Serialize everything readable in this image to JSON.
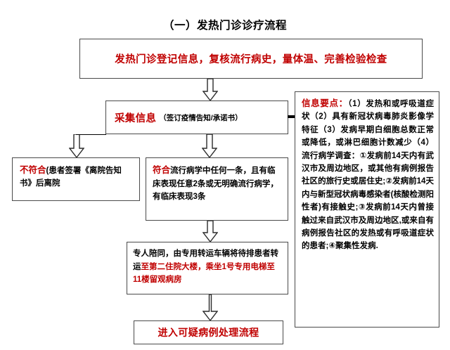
{
  "title": "（一）发热门诊诊疗流程",
  "colors": {
    "accent_red": "#c00000",
    "text_black": "#000000",
    "border_gray": "#4a4a4a",
    "background": "#ffffff"
  },
  "flow": {
    "register_box": {
      "text": "发热门诊登记信息，复核流行病史，量体温、完善检验检查"
    },
    "collect_box": {
      "heading": "采集信息",
      "subtitle": "（签订疫情告知/承诺书）"
    },
    "nomatch_box": {
      "keyword": "不符合",
      "text": "(患者签署《离院告知书》后离院"
    },
    "match_box": {
      "keyword": "符合",
      "text": "流行病学中任何一条，且有临床表现任意2条或无明确流行病学，有临床表现3条"
    },
    "transfer_box": {
      "text_plain": "专人陪同，由专用转运车辆将待排患者转运",
      "text_red": "至第二住院大楼，乘坐1号专用电梯至11楼留观病房"
    },
    "enter_box": {
      "text": "进入可疑病例处理流程"
    }
  },
  "info_panel": {
    "keyword": "信息要点：",
    "text": "（1）发热和或呼吸道症状（2）具有新冠状病毒肺炎影像学特征（3）发病早期白细胞总数正常或降低，或淋巴细胞计数减少（4）流行病学调查：①发病前14天内有武汉市及周边地区，或其他有病例报告社区的旅行史或居住史;②发病前14天内与新型冠状病毒感染者(核酸检测阳性者)有接触史;③发病前14天内曾接触过来自武汉市及周边地区,或来自有病例报告社区的发热或有呼吸道症状的患者;④聚集性发病."
  },
  "arrows": {
    "register_to_collect": "down-arrow",
    "collect_to_nomatch": "down-arrow",
    "collect_to_match": "down-arrow",
    "match_to_transfer": "down-arrow",
    "transfer_to_enter": "down-arrow"
  }
}
